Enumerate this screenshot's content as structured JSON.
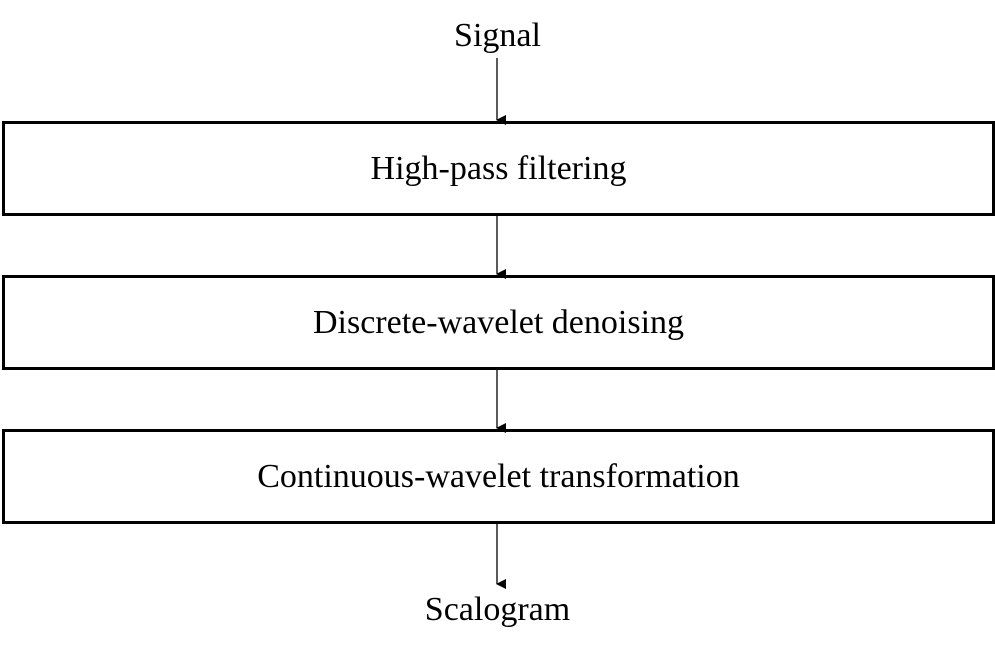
{
  "diagram": {
    "input_label": "Signal",
    "steps": [
      {
        "label": "High-pass filtering"
      },
      {
        "label": "Discrete-wavelet denoising"
      },
      {
        "label": "Continuous-wavelet transformation"
      }
    ],
    "output_label": "Scalogram",
    "colors": {
      "stroke": "#000000",
      "background": "#ffffff"
    }
  }
}
